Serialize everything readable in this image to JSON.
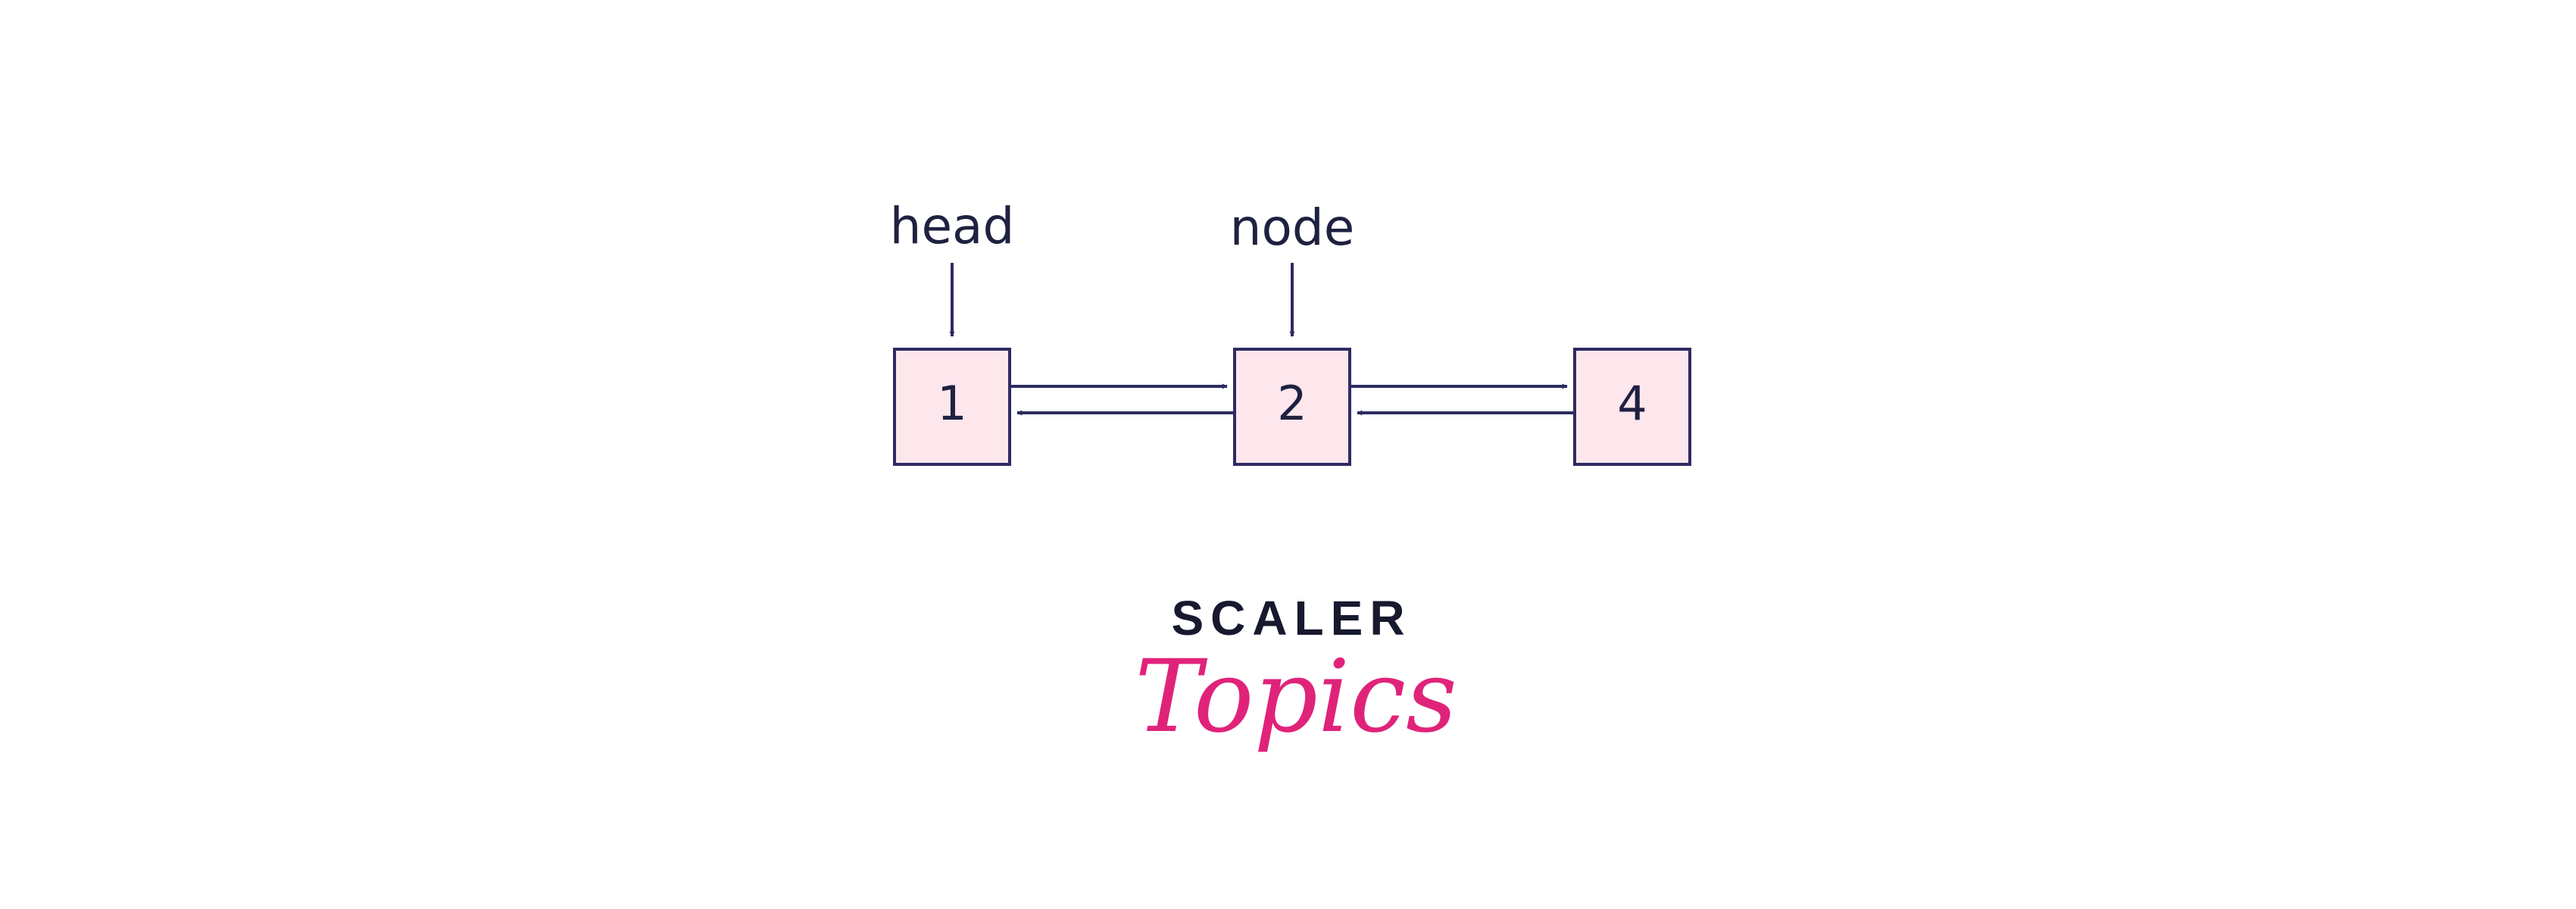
{
  "diagram": {
    "pointers": [
      {
        "id": "head",
        "label": "head",
        "target_node": 0
      },
      {
        "id": "node",
        "label": "node",
        "target_node": 1
      }
    ],
    "nodes": [
      {
        "id": "n1",
        "value": "1"
      },
      {
        "id": "n2",
        "value": "2"
      },
      {
        "id": "n3",
        "value": "4"
      }
    ],
    "links": [
      {
        "from": 0,
        "to": 1,
        "direction": "next"
      },
      {
        "from": 1,
        "to": 0,
        "direction": "prev"
      },
      {
        "from": 1,
        "to": 2,
        "direction": "next"
      },
      {
        "from": 2,
        "to": 1,
        "direction": "prev"
      }
    ],
    "colors": {
      "node_fill": "#fde6ec",
      "node_stroke": "#2d2b63",
      "arrow": "#2d2b63",
      "text": "#1e2140"
    }
  },
  "brand": {
    "line1": "SCALER",
    "line2": "Topics",
    "colors": {
      "line1": "#17192e",
      "line2": "#e0237a"
    }
  }
}
